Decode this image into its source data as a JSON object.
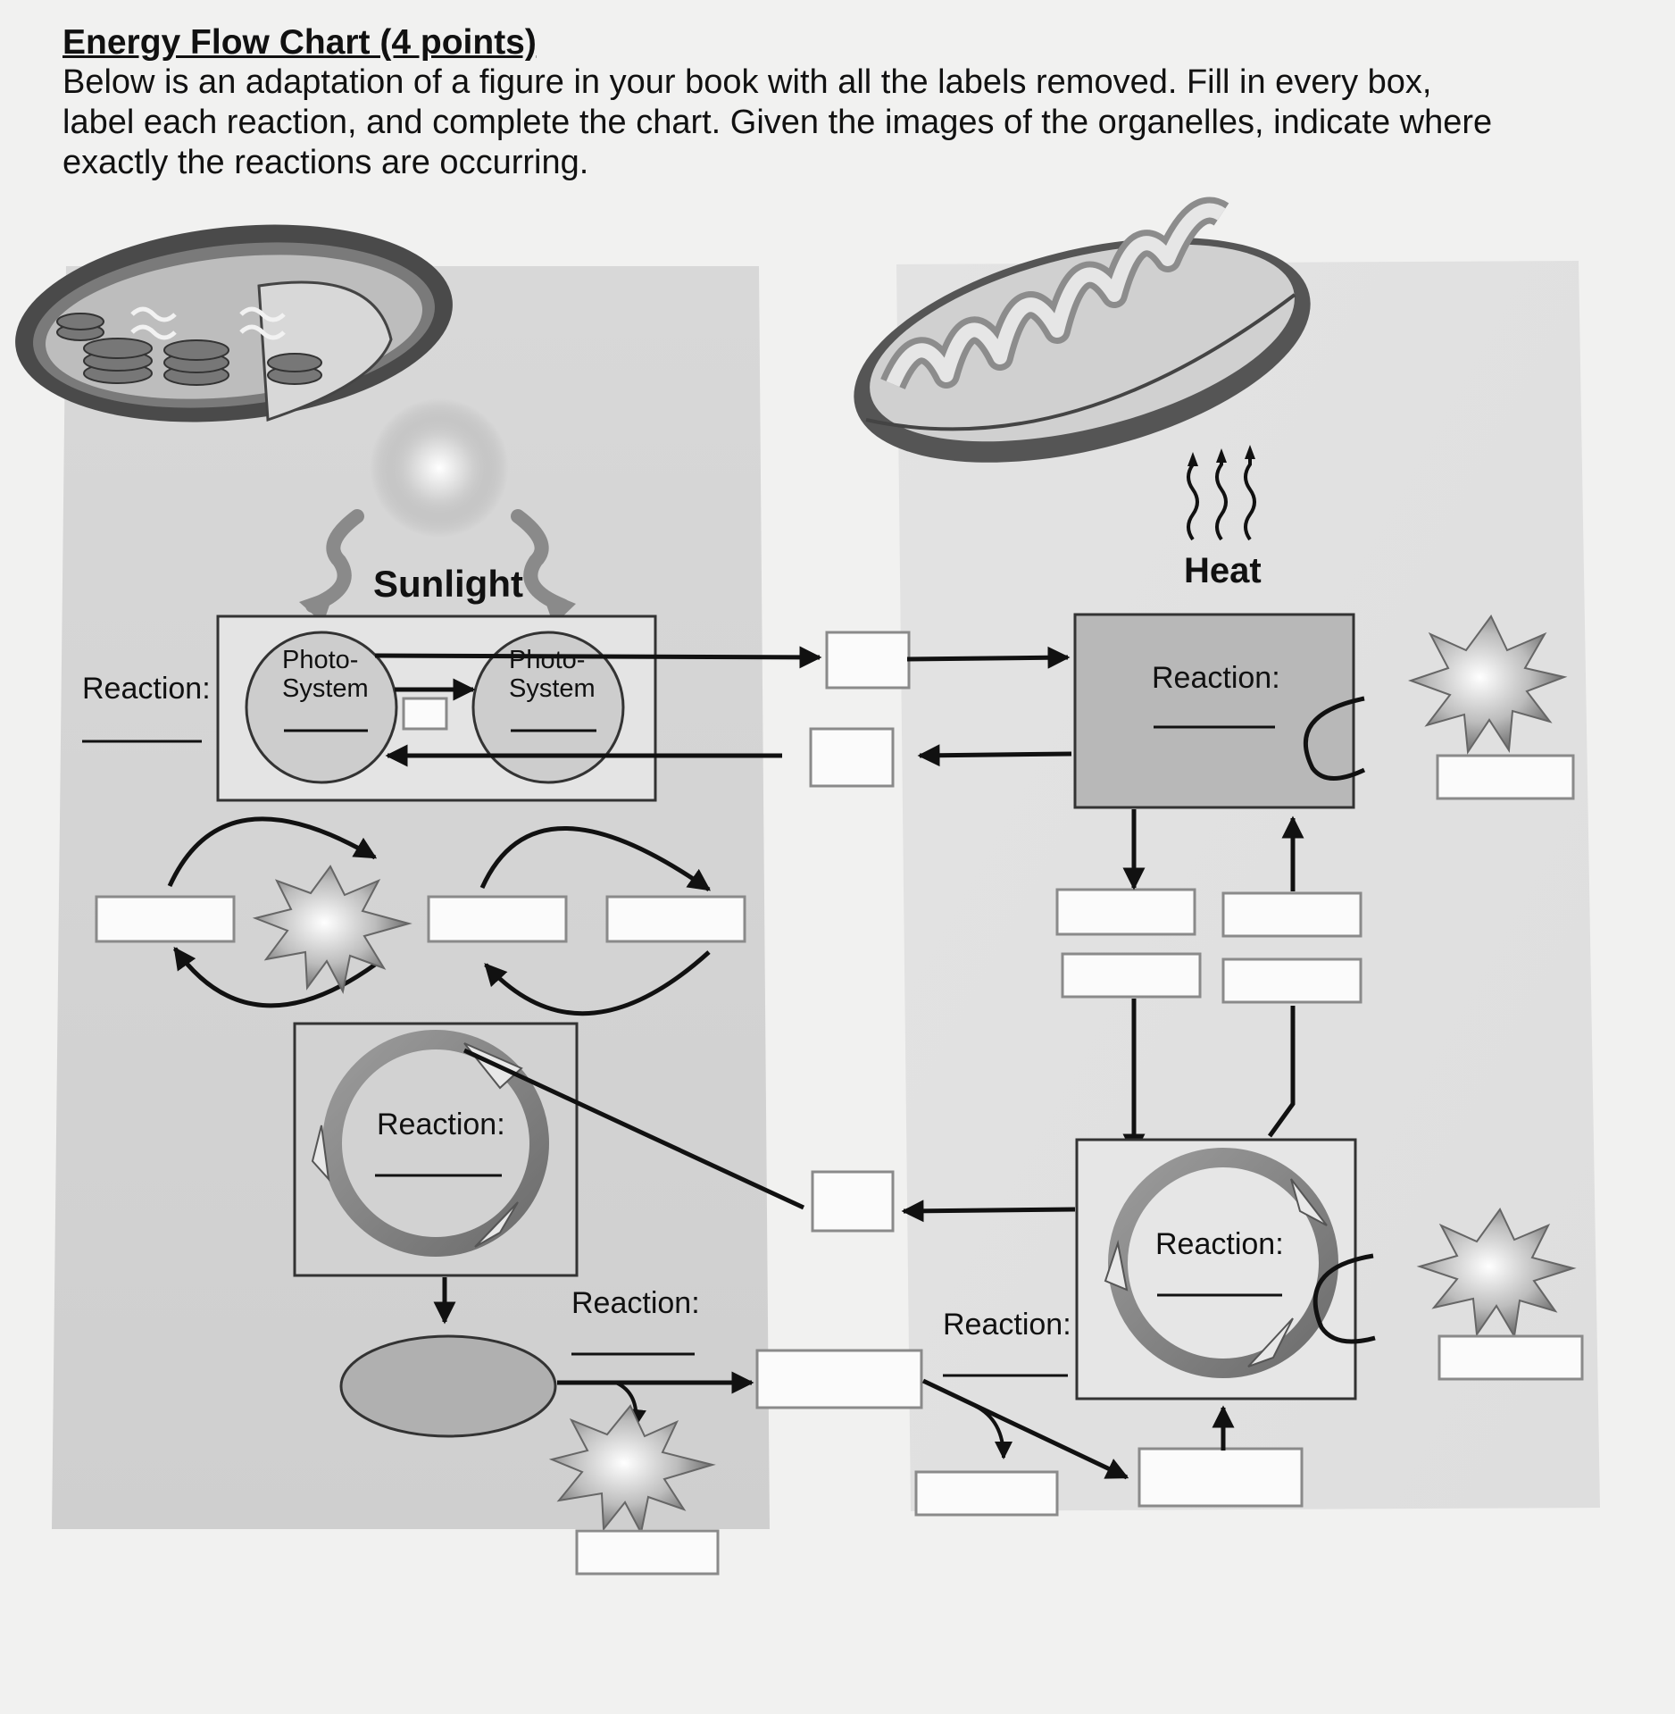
{
  "header": {
    "title": "Energy Flow Chart (4 points)",
    "instructions": "Below is an adaptation of a figure in your book with all the labels removed.  Fill in every box, label each reaction, and complete the chart.  Given the images of the organelles, indicate where exactly the reactions are occurring."
  },
  "diagram": {
    "sunlight_label": "Sunlight",
    "heat_label": "Heat",
    "reaction_label": "Reaction:",
    "reaction_label_alt": "Reaction:",
    "photosystem_line1": "Photo-",
    "photosystem_line2": "System"
  },
  "colors": {
    "page": "#f1f1f0",
    "panel": "#d9d9d9",
    "box_dark": "#b8b8b8",
    "blank_box": "#fbfbfb",
    "ink": "#111111"
  },
  "icons": [
    "chloroplast-illustration",
    "mitochondrion-illustration",
    "sun-icon",
    "atp-starburst-icon",
    "heat-wave-arrows-icon"
  ]
}
